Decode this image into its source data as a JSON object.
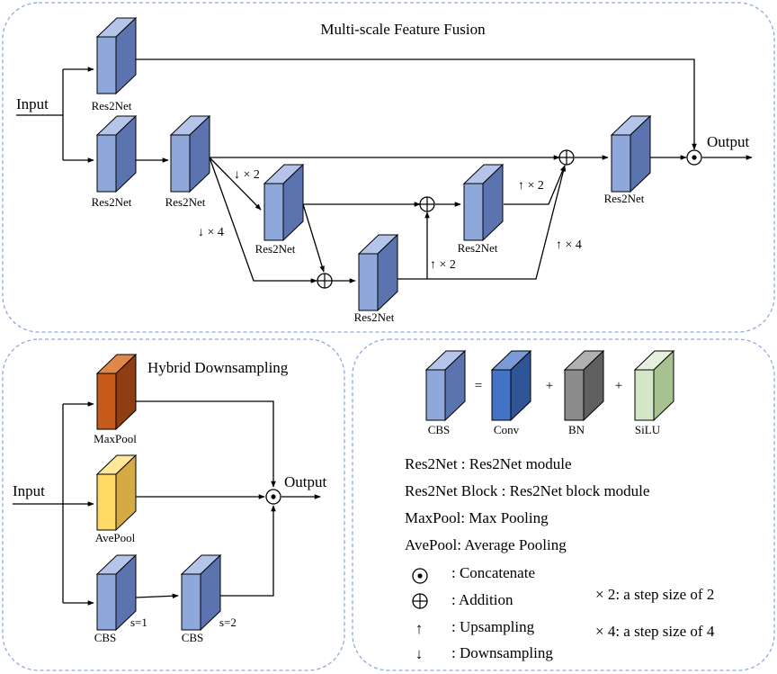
{
  "colors": {
    "res2net_front": "#8fa8dc",
    "res2net_side": "#5b74b0",
    "res2net_top": "#b5c5ea",
    "conv_front": "#4472c4",
    "conv_side": "#2f5597",
    "bn_front": "#8c8c8c",
    "bn_side": "#606060",
    "silu_front": "#d4e6c8",
    "silu_side": "#a6c290",
    "maxpool_front": "#c55a1b",
    "maxpool_side": "#8e3e12",
    "avepool_front": "#ffd966",
    "avepool_side": "#d4aa44",
    "panel_border": "#8eaadb"
  },
  "fusion": {
    "title": "Multi-scale Feature Fusion",
    "input": "Input",
    "output": "Output",
    "res2net": "Res2Net",
    "down2": "↓ × 2",
    "down4": "↓ × 4",
    "up2a": "↑ × 2",
    "up2b": "↑ × 2",
    "up4": "↑ × 4"
  },
  "hybrid": {
    "title": "Hybrid Downsampling",
    "input": "Input",
    "output": "Output",
    "maxpool": "MaxPool",
    "avepool": "AvePool",
    "cbs": "CBS",
    "s1": "s=1",
    "s2": "s=2"
  },
  "legend": {
    "cbs": "CBS",
    "equals": "=",
    "plus": "+",
    "conv": "Conv",
    "bn": "BN",
    "silu": "SiLU",
    "defs": [
      "Res2Net : Res2Net module",
      "Res2Net Block : Res2Net block module",
      "MaxPool: Max Pooling",
      "AvePool: Average Pooling"
    ],
    "concatenate": ": Concatenate",
    "addition": ": Addition",
    "upsampling": ": Upsampling",
    "downsampling": ": Downsampling",
    "up_glyph": "↑",
    "down_glyph": "↓",
    "step2": "× 2: a step size of 2",
    "step4": "× 4: a step size of 4"
  }
}
